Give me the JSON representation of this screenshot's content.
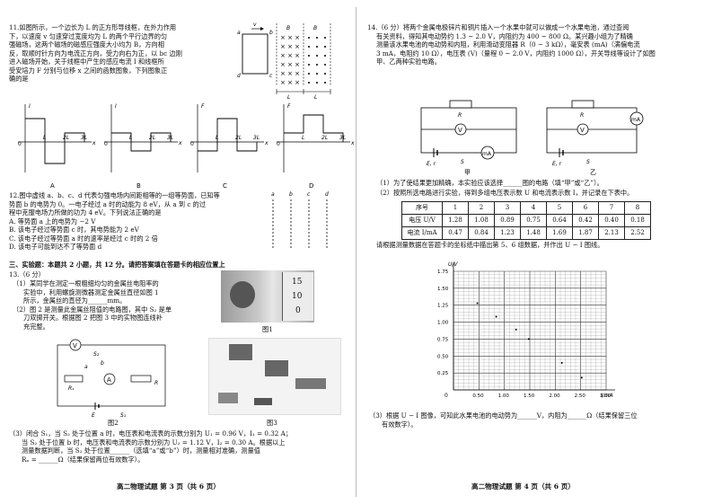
{
  "left": {
    "q11": {
      "lines": [
        "11.如图所示，一个边长为 L 的正方形导线框，在外力作用",
        "下，以速度 v 匀速穿过宽度均为 L 的两个平行边界的匀",
        "强磁场，这两个磁场的磁感应强度大小均为 B，方向相",
        "反，取顺时针方向为电流正方向，受力向右为正，以 bc 边刚",
        "进入磁场开始，关于线框中产生的感应电流 I 和线框所",
        "受安培力 F 分别与位移 x 之间的函数图象，下列图象正",
        "确的是"
      ],
      "graph_labels": [
        "A",
        "B",
        "C",
        "D"
      ],
      "axis_y": [
        "I",
        "I",
        "F",
        "F"
      ],
      "ticks": [
        "L",
        "2L",
        "3L"
      ],
      "axis_x": "x",
      "origin": "0",
      "field_labels": [
        "B",
        "B",
        "v",
        "a",
        "b",
        "c",
        "d",
        "L",
        "L"
      ]
    },
    "q12": {
      "lines": [
        "12.图中虚线 a、b、c、d 代表匀强电场内间距相等的一组等势面，已知等",
        "势面 b 的电势为 0。一电子经过 a 时的动能为 8 eV，从 a 到 c 的过",
        "程中克服电场力所做的功为 4 eV。下列说法正确的是",
        "A. 等势面 a 上的电势为 −2 V",
        "B. 该电子经过等势面 c 时，其电势能为 2 eV",
        "C. 该电子经过等势面 a 时的速率是经过 c 时的 2 倍",
        "D. 该电子可能到达不了等势面 d"
      ],
      "plane_labels": [
        "a",
        "b",
        "c",
        "d"
      ]
    },
    "section": "三、实验题：本题共 2 小题，共 12 分。请把答案填在答题卡的相应位置上",
    "q13": {
      "header": "13.（6 分）",
      "lines1": [
        "（1）某同学在测定一根粗细均匀的金属丝电阻率的",
        "实验中，利用螺旋测微器测定金属丝直径如图 1",
        "所示，金属丝的直径为______mm。",
        "（2）图 2 是测量此金属丝阻值的电路图，其中 S₂ 是单",
        "刀双掷开关。根据图 2 把图 3 中的实物图连线补",
        "充完整。"
      ],
      "fig1": "图1",
      "fig2": "图2",
      "fig3": "图3",
      "scale": [
        "15",
        "10",
        "0"
      ],
      "lines2": [
        "（3）闭合 S₁，当 S₂ 处于位置 a 时，电压表和电流表的示数分别为 U₁ = 0.96 V，I₁ = 0.32 A；",
        "当 S₂ 处于位置 b 时，电压表和电流表的示数分别为 U₂ = 1.12 V，I₂ = 0.30 A。根据以上",
        "测量数据判断，当 S₂ 处于位置______（选填“a”或“b”）时，测量相对准确，测量值",
        "Rₓ = ______Ω（结果保留两位有效数字）。"
      ],
      "circuit_labels": [
        "V",
        "A",
        "Rₓ",
        "R",
        "E",
        "S₁",
        "S₂",
        "a",
        "b"
      ]
    },
    "footer": "高二物理试题   第 3 页（共 6 页）"
  },
  "right": {
    "q14": {
      "lines": [
        "14.（6 分）将两个金属电极锌片和铜片插入一个水果中就可以做成一个水果电池，通过查阅",
        "有关资料，得知其电动势约 1.3 ~ 2.0 V，内阻约为 400 ~ 800 Ω。某兴趣小组为了精确",
        "测量该水果电池的电动势和内阻，利用滑动变阻器 R（0 ~ 3 kΩ），毫安表 (mA)（满偏电流",
        "3 mA，电阻约 10 Ω），电压表 (V)（量程 0 ~ 2.0 V，内阻约 1000 Ω），开关导线等设计了如图",
        "甲、乙两种实验电路。"
      ],
      "circuit_jia": "甲",
      "circuit_yi": "乙",
      "circuit_labels": [
        "R",
        "V",
        "mA",
        "E, r",
        "S"
      ],
      "sub1": "（1）为了使结果更加精确，本实验应该选择______图的电路（填“甲”或“乙”）。",
      "sub2": "（2）按照所选电路进行实验，得到多组电压表示数 U 和电流表示数 I，并记录在下表中。",
      "table": {
        "header": [
          "序号",
          "1",
          "2",
          "3",
          "4",
          "5",
          "6",
          "7",
          "8"
        ],
        "rows": [
          [
            "电压 U/V",
            "1.28",
            "1.08",
            "0.89",
            "0.75",
            "0.64",
            "0.42",
            "0.40",
            "0.18"
          ],
          [
            "电流 I/mA",
            "0.47",
            "0.84",
            "1.23",
            "1.48",
            "1.69",
            "1.87",
            "2.13",
            "2.52"
          ]
        ]
      },
      "sub2b": "请根据测量数据在答题卡的坐标纸中描出第 5、6 组数据，并作出 U − I 图线。",
      "sub3": [
        "（3）根据 U − I 图像，可知此水果电池的电动势为______V，内阻为______Ω（结果保留三位",
        "有效数字）。"
      ]
    },
    "footer": "高二物理试题   第 4 页（共 6 页）"
  },
  "chart_data": {
    "type": "scatter",
    "xlabel": "I/mA",
    "ylabel": "U/V",
    "xlim": [
      0,
      3.0
    ],
    "ylim": [
      0,
      1.75
    ],
    "xticks": [
      "0.50",
      "1.00",
      "1.50",
      "2.00",
      "2.50",
      "3.00"
    ],
    "yticks": [
      "0.25",
      "0.50",
      "0.75",
      "1.00",
      "1.25",
      "1.50",
      "1.75"
    ],
    "origin": "0",
    "grid": true,
    "points": [
      {
        "x": 0.47,
        "y": 1.28
      },
      {
        "x": 0.84,
        "y": 1.08
      },
      {
        "x": 1.23,
        "y": 0.89
      },
      {
        "x": 1.48,
        "y": 0.75
      },
      {
        "x": 2.13,
        "y": 0.4
      },
      {
        "x": 2.52,
        "y": 0.18
      }
    ]
  }
}
